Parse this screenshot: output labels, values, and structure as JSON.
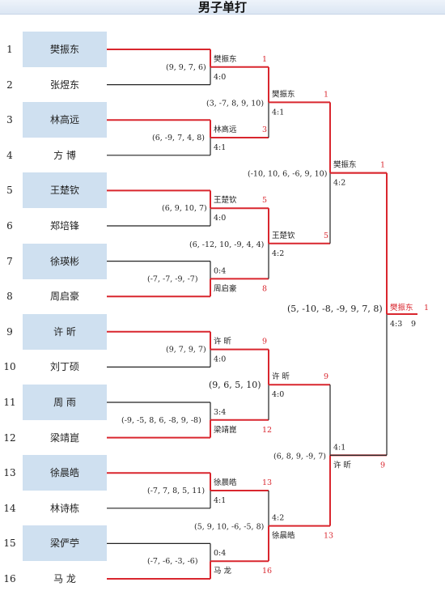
{
  "title": "男子单打",
  "players": [
    {
      "seed": "1",
      "name": "樊振东"
    },
    {
      "seed": "2",
      "name": "张煜东"
    },
    {
      "seed": "3",
      "name": "林高远"
    },
    {
      "seed": "4",
      "name": "方  博"
    },
    {
      "seed": "5",
      "name": "王楚钦"
    },
    {
      "seed": "6",
      "name": "郑培锋"
    },
    {
      "seed": "7",
      "name": "徐瑛彬"
    },
    {
      "seed": "8",
      "name": "周启豪"
    },
    {
      "seed": "9",
      "name": "许  昕"
    },
    {
      "seed": "10",
      "name": "刘丁硕"
    },
    {
      "seed": "11",
      "name": "周  雨"
    },
    {
      "seed": "12",
      "name": "梁靖崑"
    },
    {
      "seed": "13",
      "name": "徐晨皓"
    },
    {
      "seed": "14",
      "name": "林诗栋"
    },
    {
      "seed": "15",
      "name": "梁俨苧"
    },
    {
      "seed": "16",
      "name": "马  龙"
    }
  ],
  "round1": [
    {
      "winner": "樊振东",
      "seed": "1",
      "score": "4:0",
      "games": "(9, 9, 7, 6)",
      "winner_top": true
    },
    {
      "winner": "林高远",
      "seed": "3",
      "score": "4:1",
      "games": "(6, -9, 7, 4, 8)",
      "winner_top": true
    },
    {
      "winner": "王楚钦",
      "seed": "5",
      "score": "4:0",
      "games": "(6, 9, 10, 7)",
      "winner_top": true
    },
    {
      "winner": "周启豪",
      "seed": "8",
      "score": "0:4",
      "games": "(-7, -7, -9, -7)",
      "winner_top": false
    },
    {
      "winner": "许  昕",
      "seed": "9",
      "score": "4:0",
      "games": "(9, 7, 9, 7)",
      "winner_top": true
    },
    {
      "winner": "梁靖崑",
      "seed": "12",
      "score": "3:4",
      "games": "(-9, -5, 8, 6, -8, 9, -8)",
      "winner_top": false
    },
    {
      "winner": "徐晨皓",
      "seed": "13",
      "score": "4:1",
      "games": "(-7, 7, 8, 5, 11)",
      "winner_top": true
    },
    {
      "winner": "马  龙",
      "seed": "16",
      "score": "0:4",
      "games": "(-7, -6, -3, -6)",
      "winner_top": false
    }
  ],
  "round2": [
    {
      "winner": "樊振东",
      "seed": "1",
      "score": "4:1",
      "games": "(3, -7, 8, 9, 10)",
      "winner_top": true
    },
    {
      "winner": "王楚钦",
      "seed": "5",
      "score": "4:2",
      "games": "(6, -12, 10, -9, 4, 4)",
      "winner_top": true
    },
    {
      "winner": "许  昕",
      "seed": "9",
      "score": "4:0",
      "games": "(9, 6, 5, 10)",
      "winner_top": true
    },
    {
      "winner": "徐晨皓",
      "seed": "13",
      "score": "4:2",
      "games": "(5, 9, 10, -6, -5, 8)",
      "winner_top": false
    }
  ],
  "round3": [
    {
      "winner": "樊振东",
      "seed": "1",
      "score": "4:2",
      "games": "(-10, 10, 6, -6, 9, 10)",
      "winner_top": true
    },
    {
      "winner": "许  昕",
      "seed": "9",
      "score": "4:1",
      "games": "(6, 8, 9, -9, 7)",
      "winner_top": false
    }
  ],
  "final": {
    "winner": "樊振东",
    "seed": "1",
    "score": "4:3",
    "trailing": "9",
    "games": "(5, -10, -8, -9, 9, 7, 8)"
  },
  "colors": {
    "win_line": "#d9262e",
    "lose_line": "#222222",
    "box": "#cfe0f0"
  }
}
